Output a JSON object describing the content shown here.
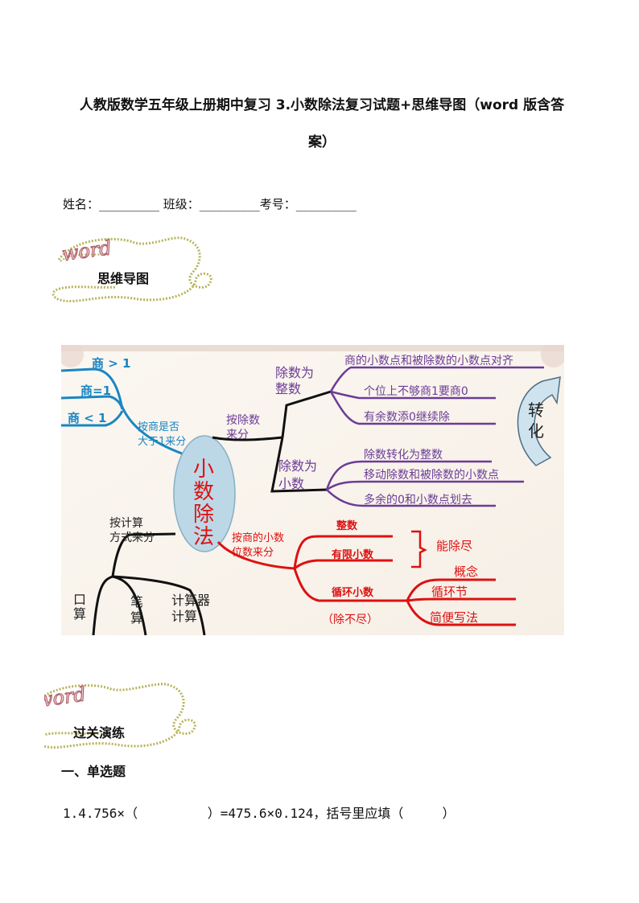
{
  "document": {
    "title_line1": "人教版数学五年级上册期中复习 3.小数除法复习试题+思维导图（word 版含答",
    "title_line2": "案）",
    "info_line": "姓名：__________ 班级：__________考号：__________"
  },
  "badges": [
    {
      "logo": "word",
      "label": "思维导图"
    },
    {
      "logo": "word",
      "label": "过关演练"
    }
  ],
  "mindmap": {
    "center": [
      "小",
      "数",
      "除",
      "法"
    ],
    "compare": {
      "items": [
        "商 > 1",
        "商=1",
        "商 < 1"
      ],
      "label_line1": "按商是否",
      "label_line2": "大于1来分"
    },
    "divisor": {
      "label_line1": "按除数",
      "label_line2": "来分",
      "integer_line1": "除数为",
      "integer_line2": "整数",
      "integer_items": [
        "商的小数点和被除数的小数点对齐",
        "个位上不够商1要商0",
        "有余数添0继续除"
      ],
      "decimal_line1": "除数为",
      "decimal_line2": "小数",
      "decimal_items": [
        "除数转化为整数",
        "移动除数和被除数的小数点",
        "多余的0和小数点划去"
      ],
      "transform": [
        "转",
        "化"
      ]
    },
    "method": {
      "label_line1": "按计算",
      "label_line2": "方式来分",
      "oral": [
        "口",
        "算"
      ],
      "written": [
        "笔",
        "算"
      ],
      "calc_line1": "计算器",
      "calc_line2": "计算"
    },
    "digits": {
      "label_line1": "按商的小数",
      "label_line2": "位数来分",
      "whole": "整数",
      "finite": "有限小数",
      "exact": "能除尽",
      "repeating": "循环小数",
      "inexact": "（除不尽）",
      "repeating_items": [
        "概念",
        "循环节",
        "简便写法"
      ]
    }
  },
  "section": {
    "heading": "一、单选题",
    "question1": "1.4.756×（         ）=475.6×0.124，括号里应填（     ）"
  }
}
